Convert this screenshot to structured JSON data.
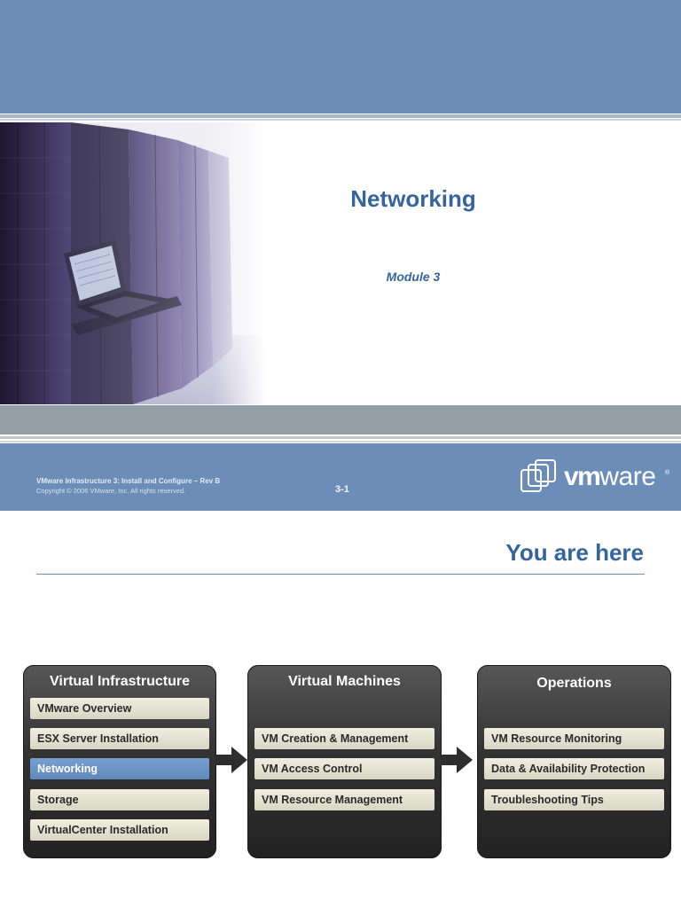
{
  "slide1": {
    "title": "Networking",
    "subtitle": "Module 3",
    "footer": {
      "course": "VMware Infrastructure 3: Install and Configure – Rev B",
      "copyright": "Copyright © 2006 VMware, Inc. All rights reserved.",
      "page": "3-1"
    },
    "logo": {
      "vm": "vm",
      "ware": "ware",
      "registered": "®"
    }
  },
  "slide2": {
    "title": "You are here",
    "panels": [
      {
        "heading": "Virtual Infrastructure",
        "items": [
          "VMware Overview",
          "ESX Server Installation",
          "Networking",
          "Storage",
          "VirtualCenter Installation"
        ],
        "active_index": 2
      },
      {
        "heading": "Virtual Machines",
        "items": [
          "VM Creation & Management",
          "VM Access Control",
          "VM Resource Management"
        ]
      },
      {
        "heading": "Operations",
        "items": [
          "VM Resource Monitoring",
          "Data & Availability Protection",
          "Troubleshooting Tips"
        ]
      }
    ]
  },
  "colors": {
    "band_blue": "#6b8db7",
    "title_blue": "#35659a",
    "gray_band": "#959fa6",
    "active_item": "#5f87bc"
  },
  "icons": [
    "vmware-logo-icon",
    "arrow-right-icon"
  ]
}
